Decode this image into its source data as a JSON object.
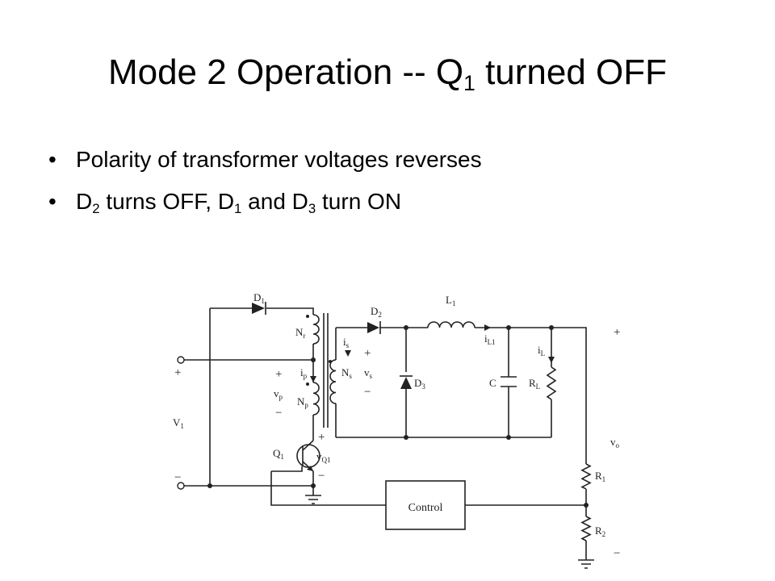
{
  "title": {
    "before": "Mode 2 Operation -- Q",
    "sub": "1",
    "after": " turned OFF"
  },
  "bullets": [
    {
      "marker": "•",
      "text": "Polarity of transformer voltages reverses"
    },
    {
      "marker": "•",
      "p1": "D",
      "s1": "2",
      "p2": " turns OFF, D",
      "s2": "1",
      "p3": " and D",
      "s3": "3",
      "p4": " turn ON"
    }
  ],
  "circuit": {
    "D1": "D",
    "D1_sub": "1",
    "D2": "D",
    "D2_sub": "2",
    "D3": "D",
    "D3_sub": "3",
    "L1": "L",
    "L1_sub": "1",
    "Nr": "N",
    "Nr_sub": "r",
    "Ns": "N",
    "Ns_sub": "s",
    "Np": "N",
    "Np_sub": "p",
    "is": "i",
    "is_sub": "s",
    "ip": "i",
    "ip_sub": "p",
    "iL1": "i",
    "iL1_sub": "L1",
    "iL": "i",
    "iL_sub": "L",
    "vs": "v",
    "vs_sub": "s",
    "vp": "v",
    "vp_sub": "p",
    "vQ1": "v",
    "vQ1_sub": "Q1",
    "vo": "v",
    "vo_sub": "o",
    "V1": "V",
    "V1_sub": "1",
    "Q1": "Q",
    "Q1_sub": "1",
    "C": "C",
    "RL": "R",
    "RL_sub": "L",
    "R1": "R",
    "R1_sub": "1",
    "R2": "R",
    "R2_sub": "2",
    "control": "Control",
    "plus": "+",
    "minus": "−"
  }
}
